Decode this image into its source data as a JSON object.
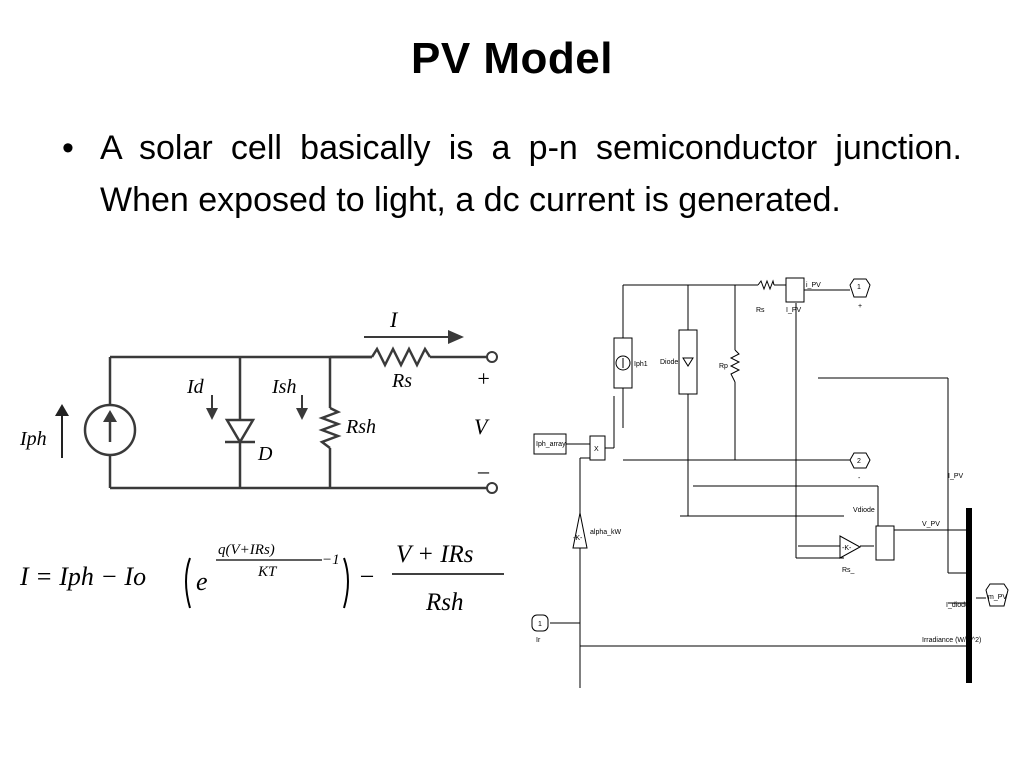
{
  "slide": {
    "title": "PV Model",
    "bullet": "A solar cell basically is a p-n semiconductor junction. When exposed to light, a dc current is generated."
  },
  "circuit": {
    "current_arrow_label": "I",
    "series_resistor_label": "Rs",
    "diode_current_label": "Id",
    "shunt_current_label": "Ish",
    "shunt_resistor_label": "Rsh",
    "diode_label": "D",
    "photo_current_label": "Iph",
    "voltage_label": "V",
    "plus_label": "+",
    "minus_label": "–"
  },
  "formula": {
    "lhs": "I = Iph − Io",
    "exp_base": "e",
    "exp_numerator": "q(V+IRs)",
    "exp_denominator": "KT",
    "exp_tail": "−1",
    "frac_numerator": "V + IRs",
    "frac_denominator": "Rsh",
    "minus": "−"
  },
  "simulink": {
    "rs_label": "Rs",
    "ipv_label": "I_PV",
    "ipv_meas_label": "i_PV",
    "port1_num": "1",
    "port1_sign": "+",
    "port2_num": "2",
    "port2_sign": "-",
    "iph_label": "Iph1",
    "diode_label": "Diode",
    "rp_label": "Rp",
    "iph_array_label": "Iph_array",
    "mult_label": "X",
    "gain_label": "-K-",
    "gain_name": "alpha_kW",
    "vdiode_label": "Vdiode",
    "gain2_label": "-K-",
    "gain2_name": "Rs_",
    "vpv_label": "V_PV",
    "ipv_bus_label": "I_PV",
    "idiode_label": "I_diode",
    "irradiance_label": "Irradiance (W/m^2)",
    "out_label": "m_PV",
    "in_port_num": "1",
    "in_port_label": "Ir"
  }
}
